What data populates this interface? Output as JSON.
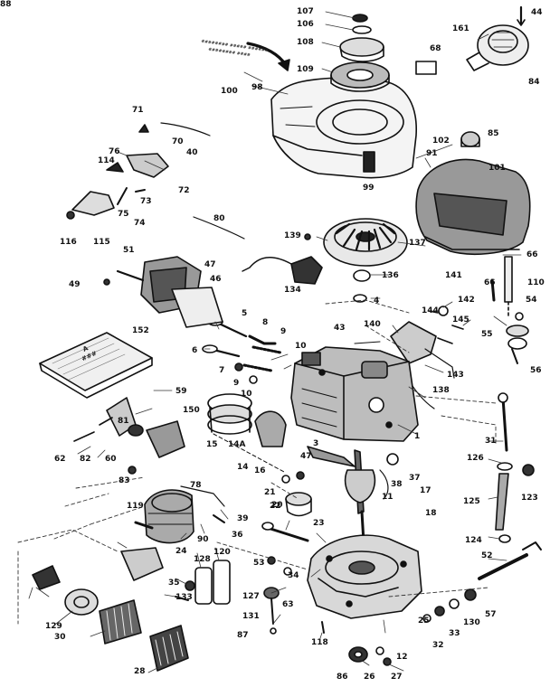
{
  "diagram": {
    "note_lines": [
      "######## ##### ######",
      "######## ####"
    ],
    "booklet_text": [
      "A",
      "###"
    ],
    "labels": [
      "107",
      "106",
      "44",
      "108",
      "161",
      "68",
      "109",
      "84",
      "100",
      "98",
      "71",
      "85",
      "70",
      "40",
      "102",
      "101",
      "91",
      "76",
      "114",
      "72",
      "73",
      "99",
      "75",
      "74",
      "80",
      "116",
      "115",
      "139",
      "137",
      "66",
      "51",
      "47",
      "46",
      "134",
      "136",
      "110",
      "66",
      "49",
      "141",
      "142",
      "54",
      "4",
      "5",
      "144",
      "145",
      "55",
      "8",
      "9",
      "140",
      "43",
      "10",
      "152",
      "6",
      "56",
      "143",
      "59",
      "138",
      "7",
      "9",
      "10",
      "150",
      "81",
      "62",
      "82",
      "60",
      "31",
      "15",
      "14A",
      "3",
      "47",
      "1",
      "126",
      "16",
      "14",
      "83",
      "37",
      "78",
      "38",
      "11",
      "17",
      "123",
      "21",
      "20",
      "22",
      "119",
      "125",
      "39",
      "23",
      "36",
      "18",
      "90",
      "124",
      "24",
      "120",
      "52",
      "128",
      "53",
      "34",
      "35",
      "63",
      "25",
      "133",
      "57",
      "127",
      "33",
      "130",
      "131",
      "32",
      "129",
      "87",
      "118",
      "12",
      "30",
      "86",
      "26",
      "27",
      "28",
      "88"
    ]
  }
}
